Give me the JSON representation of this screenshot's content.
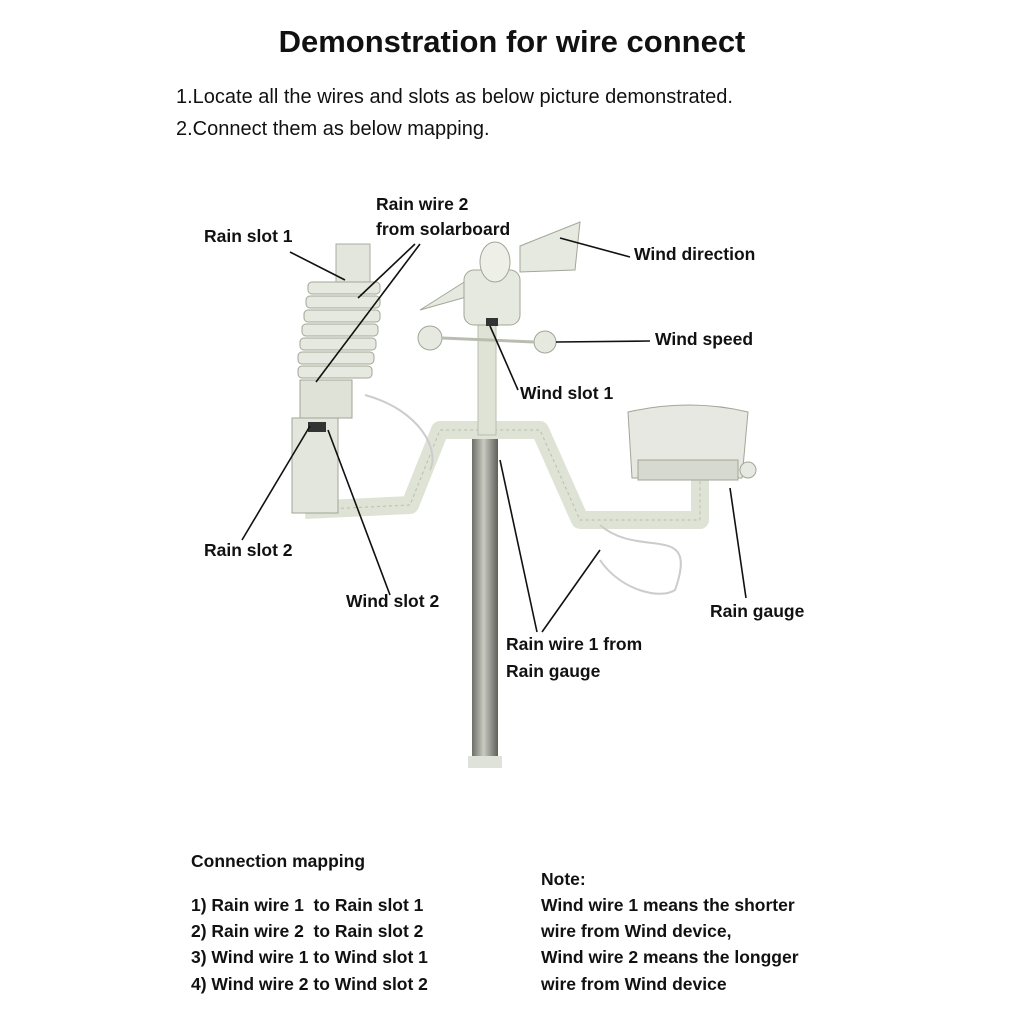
{
  "title": "Demonstration for wire connect",
  "instructions": [
    "1.Locate all the wires and slots as below picture demonstrated.",
    "2.Connect them as below mapping."
  ],
  "labels": {
    "rain_wire_2_line1": "Rain wire 2",
    "rain_wire_2_line2": "from solarboard",
    "rain_slot_1": "Rain slot 1",
    "wind_direction": "Wind direction",
    "wind_speed": "Wind speed",
    "wind_slot_1": "Wind slot 1",
    "rain_slot_2": "Rain slot 2",
    "wind_slot_2": "Wind slot 2",
    "rain_gauge": "Rain gauge",
    "rain_wire_1_line1": "Rain wire 1 from",
    "rain_wire_1_line2": "Rain gauge"
  },
  "mapping": {
    "heading": "Connection mapping",
    "items": [
      "1) Rain wire 1  to Rain slot 1",
      "2) Rain wire 2  to Rain slot 2",
      "3) Wind wire 1 to Wind slot 1",
      "4) Wind wire 2 to Wind slot 2"
    ]
  },
  "note": {
    "heading": "Note:",
    "lines": [
      "Wind wire 1 means the shorter",
      "wire from Wind device,",
      "Wind wire 2 means the longger",
      "wire from Wind device"
    ]
  }
}
